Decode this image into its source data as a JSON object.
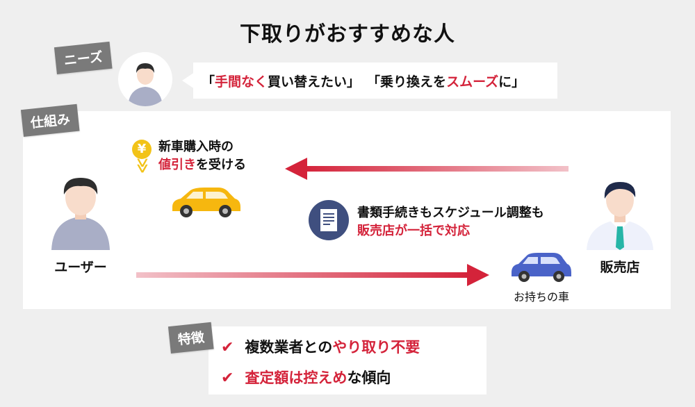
{
  "title": "下取りがおすすめな人",
  "needs": {
    "tag": "ニーズ",
    "quote1_prefix": "「",
    "quote1_highlight": "手間なく",
    "quote1_rest": "買い替えたい」",
    "quote2_prefix": "「乗り換えを",
    "quote2_highlight": "スムーズ",
    "quote2_rest": "に」"
  },
  "mechanism": {
    "tag": "仕組み",
    "user_label": "ユーザー",
    "dealer_label": "販売店",
    "yen_symbol": "¥",
    "chevron_symbol": "≫",
    "benefit_line1": "新車購入時の",
    "benefit_line2_highlight": "値引き",
    "benefit_line2_rest": "を受ける",
    "paperwork_line1": "書類手続きもスケジュール調整も",
    "paperwork_line2": "販売店が一括で対応",
    "own_car_label": "お持ちの車"
  },
  "features": {
    "tag": "特徴",
    "items": [
      {
        "check": "✔",
        "prefix": "複数業者との",
        "highlight": "やり取り不要",
        "suffix": ""
      },
      {
        "check": "✔",
        "prefix": "",
        "highlight": "査定額は控えめ",
        "suffix": "な傾向"
      }
    ]
  },
  "colors": {
    "accent_red": "#d4233a",
    "gray_tag": "#7a7a7a",
    "yellow_car": "#f6b70f",
    "blue_car": "#4a63c8",
    "doc_icon_bg": "#3f4f7f"
  }
}
